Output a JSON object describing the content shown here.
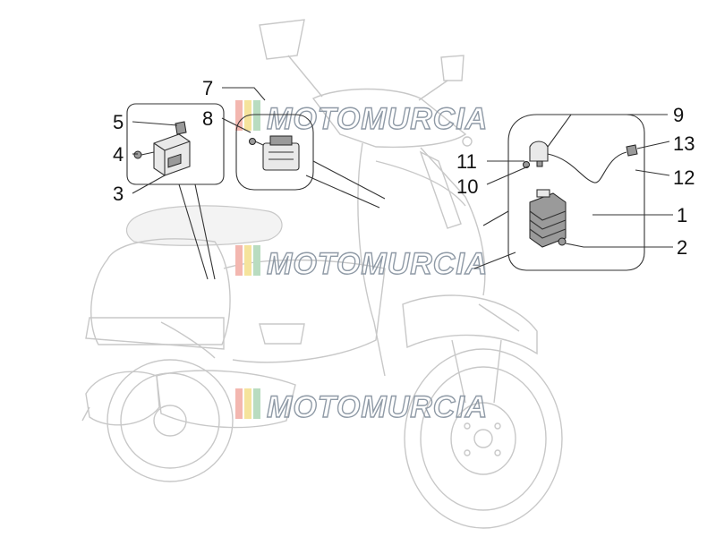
{
  "watermark": {
    "text": "MOTOMURCIA",
    "stripe_colors": [
      "#f3b7b0",
      "#f5e39c",
      "#b9dcc0"
    ]
  },
  "callouts": [
    {
      "id": "c1",
      "label": "1"
    },
    {
      "id": "c2",
      "label": "2"
    },
    {
      "id": "c3",
      "label": "3"
    },
    {
      "id": "c4",
      "label": "4"
    },
    {
      "id": "c5",
      "label": "5"
    },
    {
      "id": "c7",
      "label": "7"
    },
    {
      "id": "c8",
      "label": "8"
    },
    {
      "id": "c9",
      "label": "9"
    },
    {
      "id": "c10",
      "label": "10"
    },
    {
      "id": "c11",
      "label": "11"
    },
    {
      "id": "c12",
      "label": "12"
    },
    {
      "id": "c13",
      "label": "13"
    }
  ]
}
